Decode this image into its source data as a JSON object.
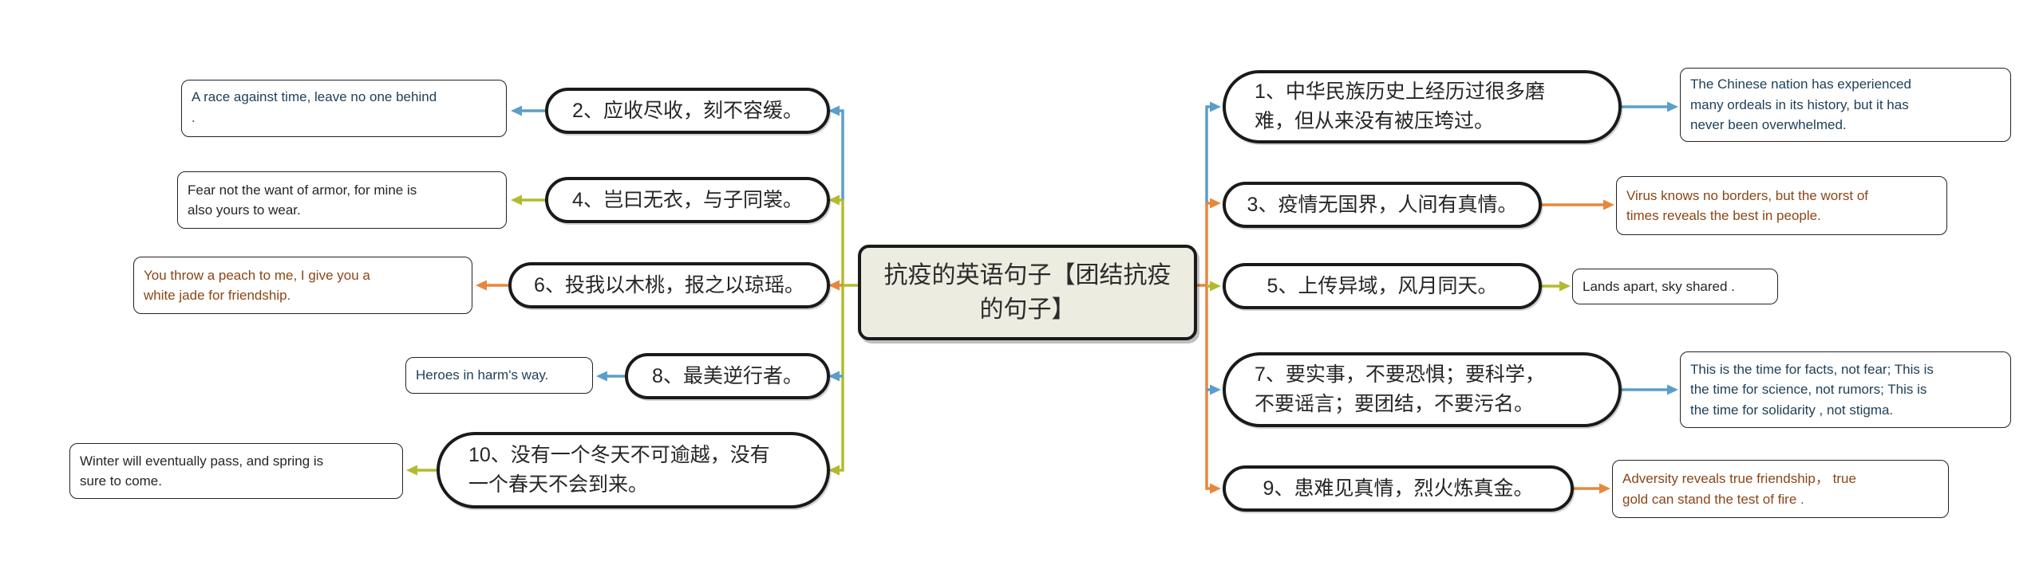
{
  "title": "抗疫的英语句子【团结抗疫的句子】",
  "colors": {
    "branch_blue": "#5B9EC9",
    "branch_olive": "#B2BB2F",
    "branch_orange": "#E8873B",
    "node_border": "#1A1A1A",
    "center_fill": "#EDECE1",
    "english_blue": "#1F4058",
    "english_brown": "#8A4617",
    "english_black": "#262626"
  },
  "center": {
    "label": "抗疫的英语句子【团结抗疫的句子】"
  },
  "left": [
    {
      "cn": "2、应收尽收，刻不容缓。",
      "en": "A race against time, leave no one behind\n.",
      "arrow_color": "blue"
    },
    {
      "cn": "4、岂曰无衣，与子同裳。",
      "en": "Fear not the want of armor, for mine is\nalso yours to wear.",
      "arrow_color": "olive"
    },
    {
      "cn": "6、投我以木桃，报之以琼瑶。",
      "en": "You throw a peach to me, I give you a\nwhite jade for friendship.",
      "arrow_color": "orange"
    },
    {
      "cn": "8、最美逆行者。",
      "en": "Heroes in harm's way.",
      "arrow_color": "blue"
    },
    {
      "cn": "10、没有一个冬天不可逾越，没有\n一个春天不会到来。",
      "en": "Winter will eventually pass, and spring is\nsure to come.",
      "arrow_color": "olive"
    }
  ],
  "right": [
    {
      "cn": "1、中华民族历史上经历过很多磨\n难，但从来没有被压垮过。",
      "en": "The Chinese nation has experienced\nmany ordeals in its history, but it has\nnever been overwhelmed.",
      "arrow_color": "blue"
    },
    {
      "cn": "3、疫情无国界，人间有真情。",
      "en": "Virus knows no borders, but the worst of\ntimes reveals the best in people.",
      "arrow_color": "orange"
    },
    {
      "cn": "5、上传异域，风月同天。",
      "en": "Lands apart, sky shared .",
      "arrow_color": "olive"
    },
    {
      "cn": "7、要实事，不要恐惧；要科学，\n不要谣言；要团结，不要污名。",
      "en": "This is the time for facts, not fear; This is\nthe time for science, not rumors; This is\nthe time for solidarity , not stigma.",
      "arrow_color": "blue"
    },
    {
      "cn": "9、患难见真情，烈火炼真金。",
      "en": "Adversity reveals true friendship， true\ngold can stand the test of fire .",
      "arrow_color": "orange"
    }
  ]
}
